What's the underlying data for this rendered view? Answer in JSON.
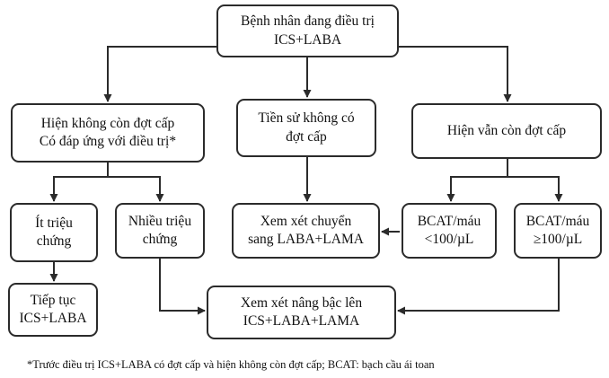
{
  "nodes": {
    "root": [
      "Bệnh nhân đang điều trị",
      "ICS+LABA"
    ],
    "no_exacerbation": [
      "Hiện không còn đợt cấp",
      "Có đáp ứng với điều trị*"
    ],
    "no_history": [
      "Tiền sử không có",
      "đợt cấp"
    ],
    "still_exacerbation": [
      "Hiện vẫn còn đợt cấp"
    ],
    "few_symptoms": [
      "Ít triệu",
      "chứng"
    ],
    "many_symptoms": [
      "Nhiều triệu",
      "chứng"
    ],
    "switch_laba_lama": [
      "Xem xét chuyển",
      "sang LABA+LAMA"
    ],
    "bcat_low": [
      "BCAT/máu",
      "<100/µL"
    ],
    "bcat_high": [
      "BCAT/máu",
      "≥100/µL"
    ],
    "continue_ics_laba": [
      "Tiếp tục",
      "ICS+LABA"
    ],
    "escalate_triple": [
      "Xem xét nâng bậc lên",
      "ICS+LABA+LAMA"
    ]
  },
  "footnote": "*Trước điều trị ICS+LABA có đợt cấp và hiện không còn đợt cấp; BCAT: bạch cầu ái toan",
  "colors": {
    "line": "#2b2b2b",
    "text": "#111111",
    "background": "#ffffff"
  }
}
